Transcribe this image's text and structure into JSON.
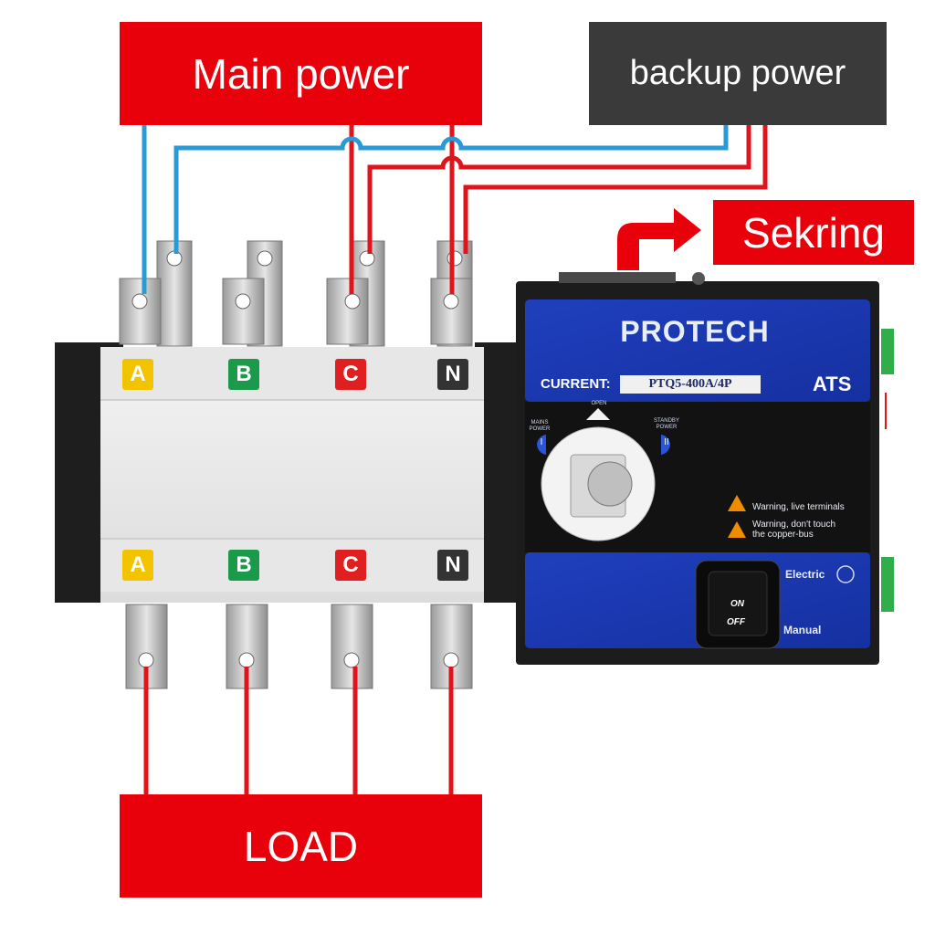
{
  "labels": {
    "main_power": "Main power",
    "backup_power": "backup power",
    "sekring": "Sekring",
    "load": "LOAD"
  },
  "phases": [
    "A",
    "B",
    "C",
    "N"
  ],
  "panel": {
    "brand": "PROTECH",
    "current_label": "CURRENT:",
    "model": "PTQ5-400A/4P",
    "type": "ATS",
    "open_label": "OPEN",
    "main_power_label": "MAINS POWER",
    "standby_power_label": "STANDBY POWER",
    "position_1": "I",
    "position_2": "II",
    "warning_1": "Warning, live terminals",
    "warning_2_line1": "Warning, don't touch",
    "warning_2_line2": "the copper-bus",
    "switch_on": "ON",
    "switch_off": "OFF",
    "mode_electric": "Electric",
    "mode_manual": "Manual"
  },
  "colors": {
    "label_red": "#e8000b",
    "label_dark": "#3a3a3a",
    "wire_blue": "#2a9ad6",
    "wire_red": "#e0141a",
    "panel_blue": "#1f45c8",
    "phase_a": "#f2c400",
    "phase_b": "#1a9a4a",
    "phase_c": "#e02020",
    "phase_n": "#333333"
  }
}
